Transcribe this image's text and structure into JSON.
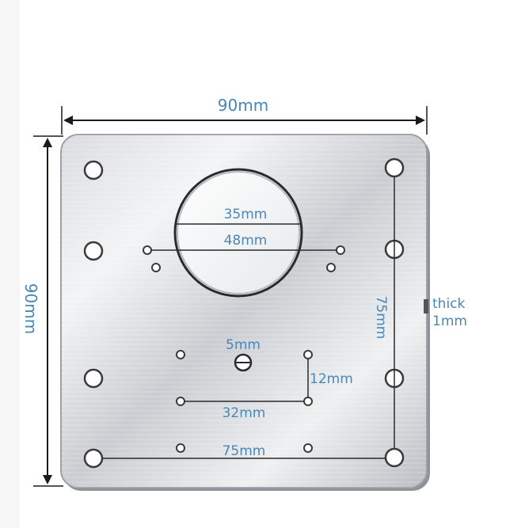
{
  "labels": {
    "width_top": "90mm",
    "height_left": "90mm",
    "hole_inner": "35mm",
    "hole_outer": "48mm",
    "slot": "5mm",
    "vertical_span_right": "75mm",
    "thickness_line1": "thick",
    "thickness_line2": "1mm",
    "vertical_small": "12mm",
    "horizontal_small": "32mm",
    "horizontal_bottom": "75mm"
  },
  "colors": {
    "dimension_text": "#4a86b6",
    "arrow_line": "#1a1a1a",
    "plate_light": "#e9ebed",
    "plate_dark": "#9aa0a6"
  }
}
